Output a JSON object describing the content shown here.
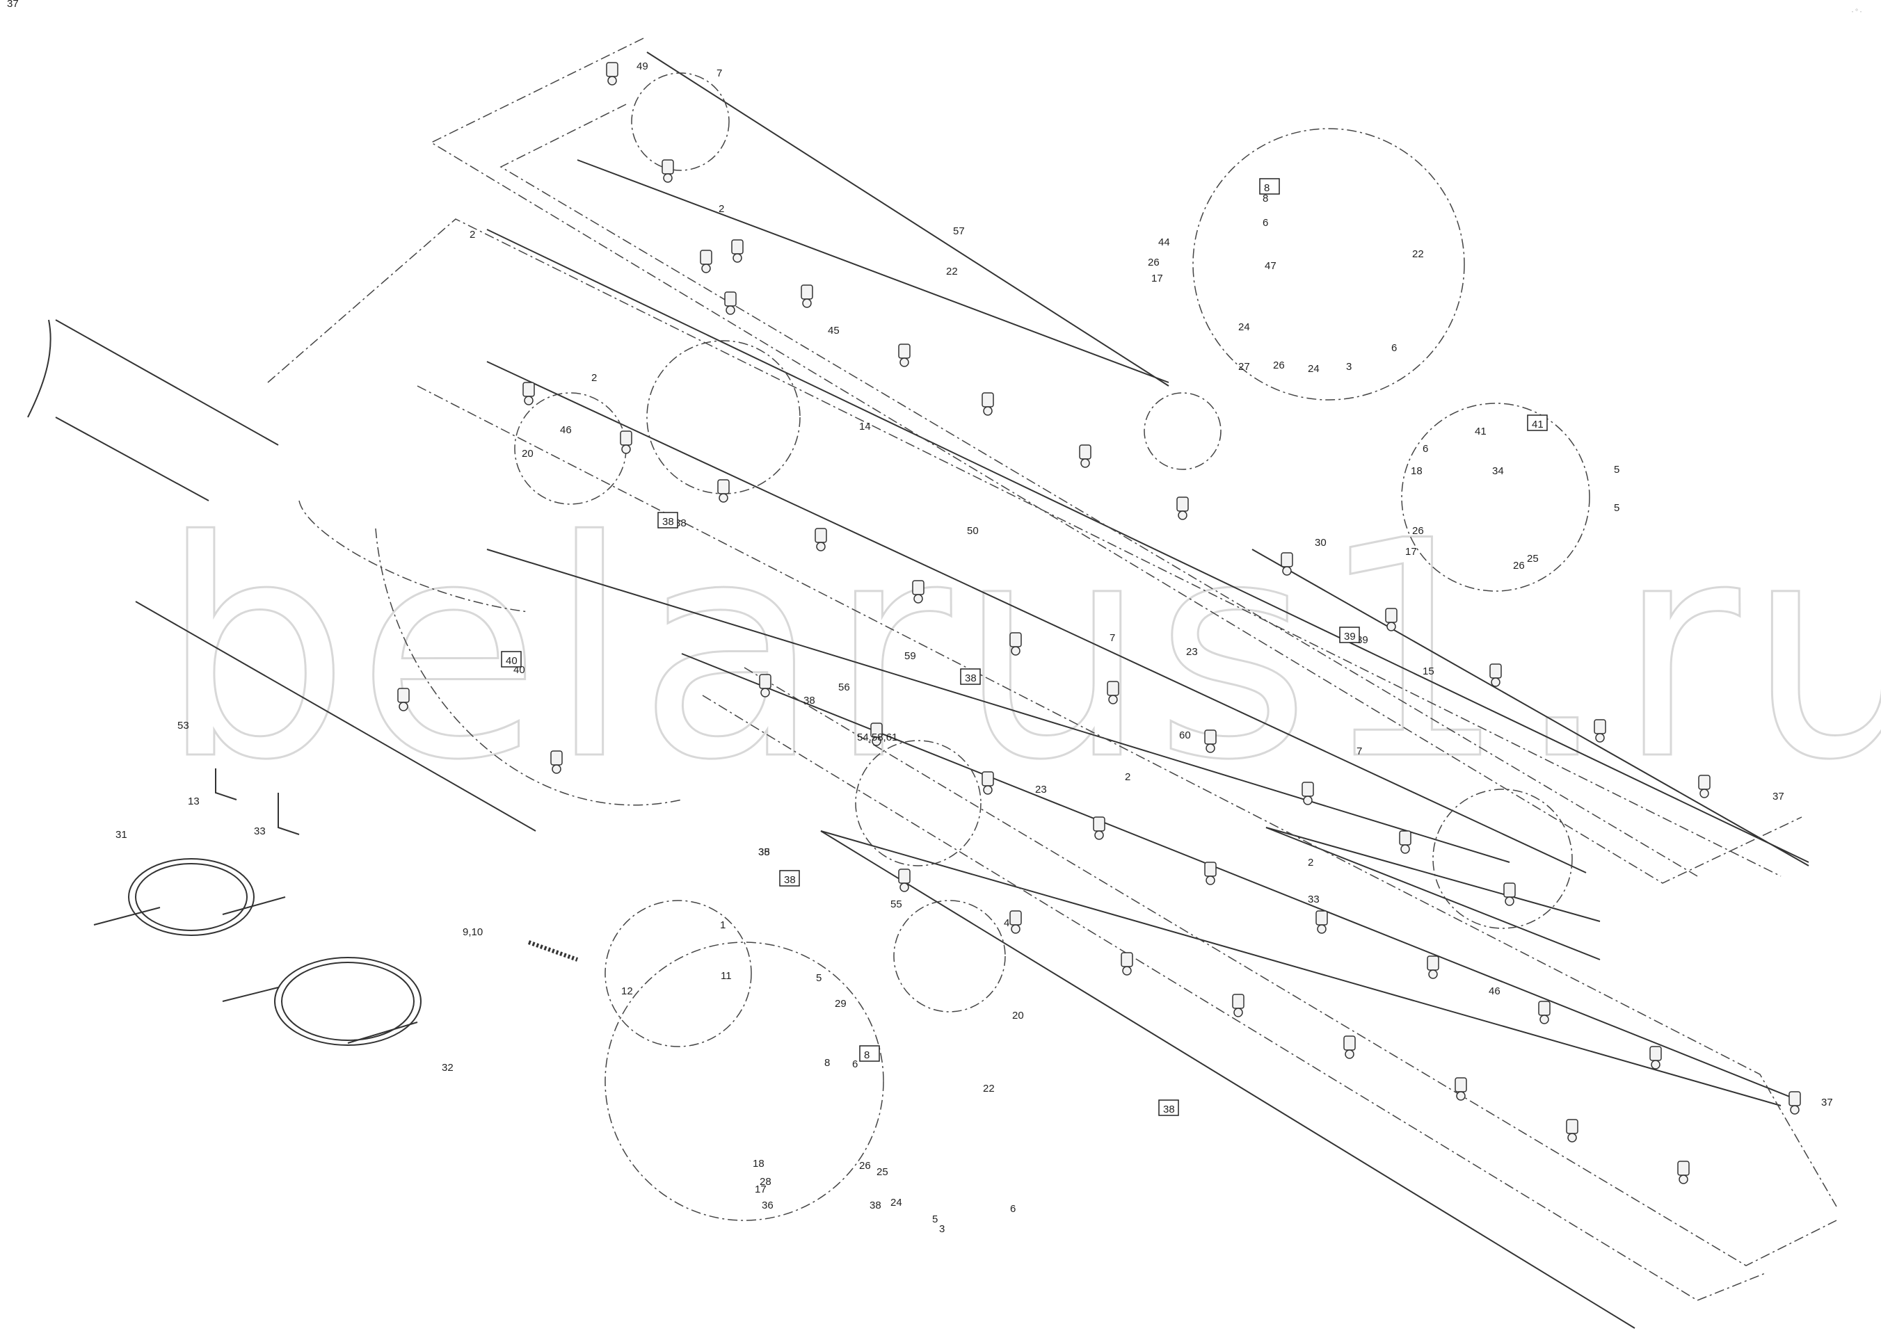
{
  "watermark": "belarus1.ru",
  "corner_code": "·°·",
  "part_labels": [
    "49",
    "7",
    "8",
    "6",
    "44",
    "26",
    "17",
    "47",
    "22",
    "27",
    "24",
    "26",
    "3",
    "6",
    "24",
    "2",
    "57",
    "22",
    "45",
    "2",
    "2",
    "14",
    "46",
    "20",
    "38",
    "50",
    "30",
    "41",
    "6",
    "5",
    "18",
    "34",
    "26",
    "17",
    "5",
    "25",
    "26",
    "59",
    "7",
    "23",
    "39",
    "15",
    "40",
    "38",
    "56",
    "53",
    "54,58,61",
    "2",
    "60",
    "7",
    "23",
    "13",
    "33",
    "35",
    "37",
    "38",
    "55",
    "2",
    "33",
    "37",
    "31",
    "9,10",
    "1",
    "11",
    "12",
    "5",
    "29",
    "4",
    "20",
    "32",
    "46",
    "8",
    "6",
    "22",
    "18",
    "28",
    "17",
    "36",
    "26",
    "25",
    "24",
    "5",
    "3",
    "6",
    "38",
    "37"
  ],
  "boxed_labels": [
    "8",
    "41",
    "38",
    "39",
    "40",
    "38",
    "38",
    "8",
    "38"
  ]
}
